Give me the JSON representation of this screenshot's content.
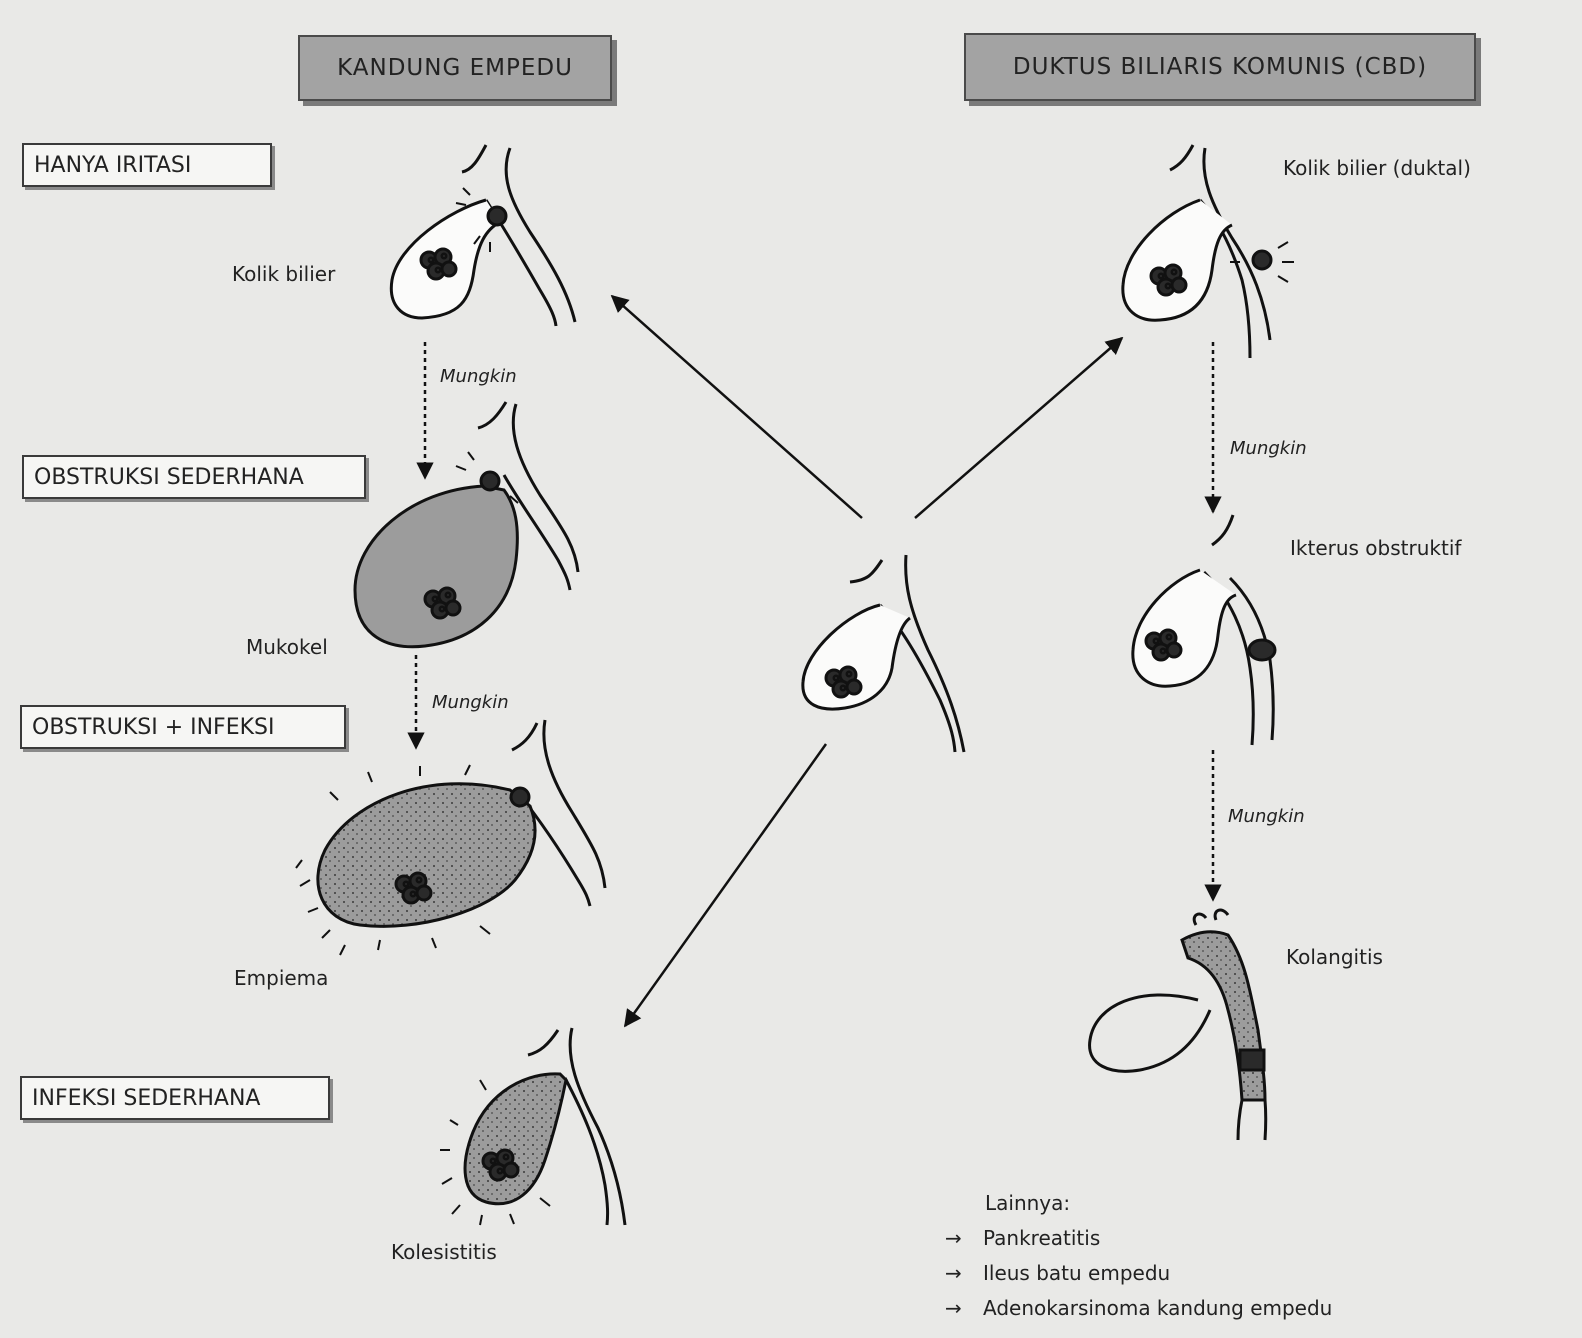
{
  "headers": {
    "gallbladder": "KANDUNG EMPEDU",
    "cbd": "DUKTUS BILIARIS KOMUNIS (CBD)"
  },
  "stages": {
    "irritation": "HANYA IRITASI",
    "simple_obstruction": "OBSTRUKSI SEDERHANA",
    "obstruction_infection": "OBSTRUKSI + INFEKSI",
    "simple_infection": "INFEKSI SEDERHANA"
  },
  "labels": {
    "biliary_colic": "Kolik bilier",
    "mucocele": "Mukokel",
    "empyema": "Empiema",
    "cholecystitis": "Kolesistitis",
    "ductal_colic": "Kolik bilier (duktal)",
    "obstructive_jaundice": "Ikterus obstruktif",
    "cholangitis": "Kolangitis"
  },
  "possible_label": "Mungkin",
  "others": {
    "title": "Lainnya:",
    "arrow": "→",
    "items": [
      "Pankreatitis",
      "Ileus batu empedu",
      "Adenokarsinoma kandung empedu"
    ]
  }
}
